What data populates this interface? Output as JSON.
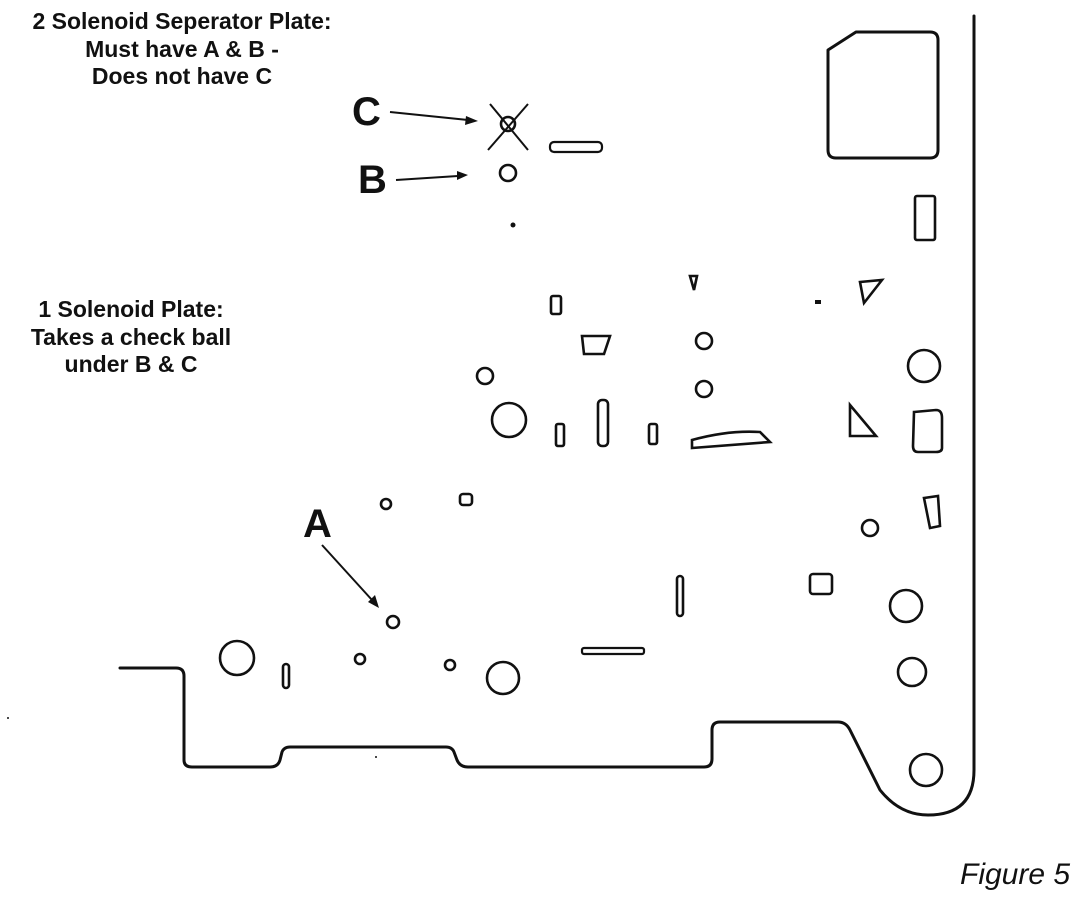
{
  "notes": {
    "two_solenoid": {
      "line1": "2 Solenoid Seperator Plate:",
      "line2": "Must have A & B -",
      "line3": "Does not have C"
    },
    "one_solenoid": {
      "line1": "1 Solenoid Plate:",
      "line2": "Takes a check ball",
      "line3": "under B & C"
    }
  },
  "callouts": {
    "a": "A",
    "b": "B",
    "c": "C"
  },
  "caption": "Figure 5"
}
